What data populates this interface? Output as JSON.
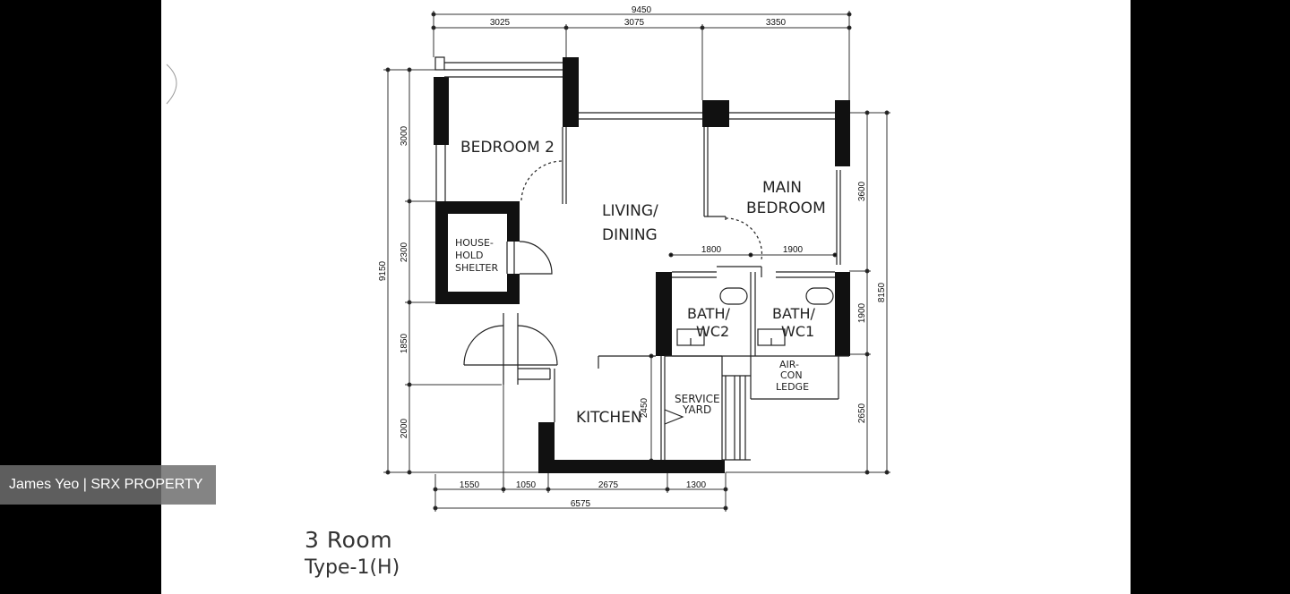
{
  "rooms": {
    "bedroom2": "BEDROOM 2",
    "living": [
      "LIVING/",
      "DINING"
    ],
    "main_bedroom": [
      "MAIN",
      "BEDROOM"
    ],
    "shelter": [
      "HOUSE-",
      "HOLD",
      "SHELTER"
    ],
    "bath2": [
      "BATH/",
      "WC2"
    ],
    "bath1": [
      "BATH/",
      "WC1"
    ],
    "aircon": [
      "AIR-",
      "CON",
      "LEDGE"
    ],
    "kitchen": "KITCHEN",
    "service_yard": [
      "SERVICE",
      "YARD"
    ]
  },
  "dimensions": {
    "overall_top": "9450",
    "top_segments": [
      "3025",
      "3075",
      "3350"
    ],
    "left_overall": "9150",
    "left_segments": [
      "3000",
      "2300",
      "1850",
      "2000"
    ],
    "right_overall": "8150",
    "right_segments": [
      "3600",
      "1900",
      "2650"
    ],
    "bath_widths": [
      "1800",
      "1900"
    ],
    "kitchen_depth": "2450",
    "bottom_segments": [
      "1550",
      "1050",
      "2675",
      "1300"
    ],
    "bottom_overall": "6575"
  },
  "caption": {
    "title": "3 Room",
    "subtitle": "Type-1(H)"
  },
  "watermark": "James Yeo | SRX PROPERTY"
}
